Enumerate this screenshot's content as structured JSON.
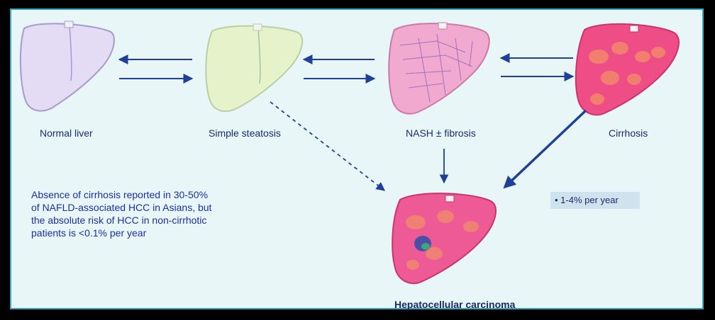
{
  "stages": {
    "normal": "Normal liver",
    "steatosis": "Simple steatosis",
    "nash": "NASH ± fibrosis",
    "cirrhosis": "Cirrhosis",
    "hcc": "Hepatocellular carcinoma"
  },
  "note": {
    "lines": [
      "Absence of cirrhosis reported in 30-50%",
      "of NAFLD-associated HCC in Asians, but",
      "the absolute risk of HCC in non-cirrhotic",
      "patients is <0.1% per year"
    ]
  },
  "rate_box": "• 1-4% per year",
  "colors": {
    "panel_bg": "#e8f6f8",
    "normal_liver": "#e4dcf4",
    "steatosis_liver": "#e6f2c9",
    "nash_liver": "#f1a9cf",
    "cirrhosis_liver": "#ee4d86",
    "arrow": "#1f3f99",
    "text": "#1a2a6c"
  }
}
